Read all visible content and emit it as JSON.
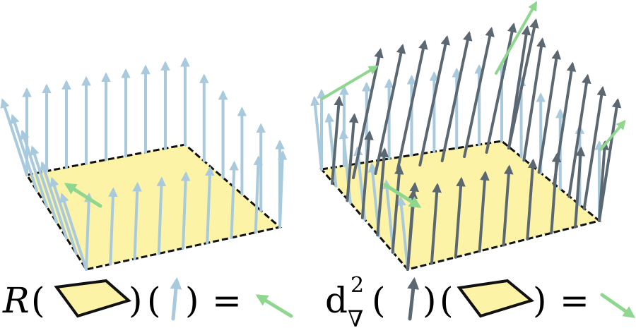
{
  "colors": {
    "background": "#ffffff",
    "square_fill": "#fdf3a6",
    "square_edge": "#111111",
    "light_arrow": "#a9c9dc",
    "dark_arrow": "#5b6872",
    "green_arrow": "#8fd68f"
  },
  "equations": {
    "left": {
      "symbol": "R",
      "open_paren_1": "(",
      "close_paren_1": ")",
      "open_paren_2": "(",
      "close_paren_2": ")",
      "equals": "="
    },
    "right": {
      "symbol": "d",
      "superscript": "2",
      "subscript": "∇",
      "open_paren_1": "(",
      "close_paren_1": ")",
      "open_paren_2": "(",
      "close_paren_2": ")",
      "equals": "="
    }
  },
  "icons": [
    "yellow-square-icon",
    "light-blue-arrow-icon",
    "dark-gray-arrow-icon",
    "green-arrow-icon"
  ]
}
